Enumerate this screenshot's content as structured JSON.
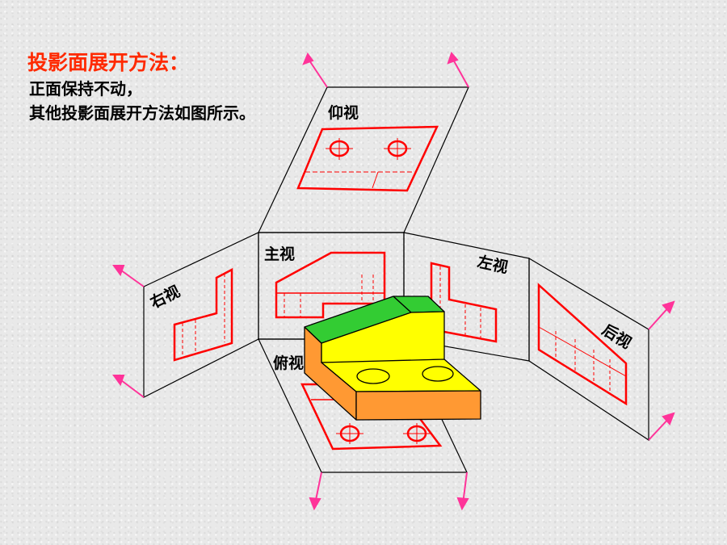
{
  "heading": "投影面展开方法：",
  "lines": [
    "正面保持不动，",
    "其他投影面展开方法如图所示。"
  ],
  "views": {
    "top_up": "仰视",
    "front": "主视",
    "right": "右视",
    "left": "左视",
    "back": "后视",
    "bottom": "俯视"
  },
  "colors": {
    "heading": "#ff2a00",
    "drawing": "#ff0000",
    "arrow": "#ff3399",
    "solid_top": "#33cc33",
    "solid_face": "#ffff00",
    "solid_side": "#ff9933"
  }
}
